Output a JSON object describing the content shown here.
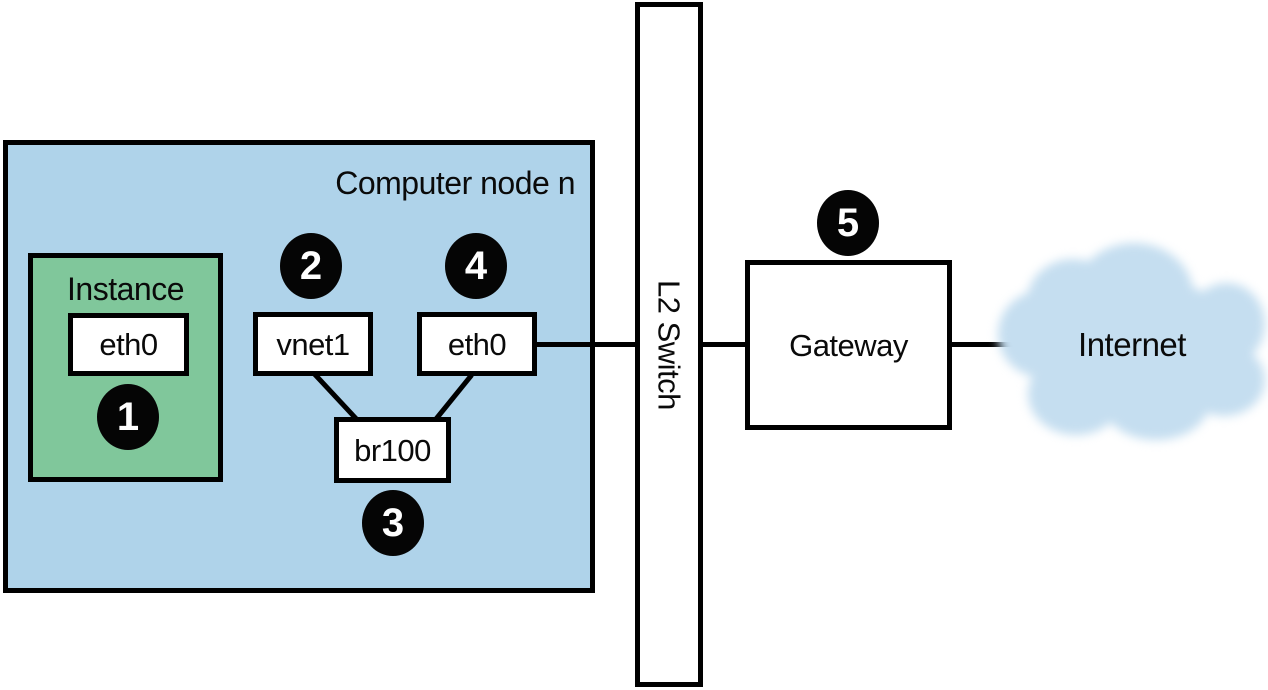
{
  "colors": {
    "node_fill": "#AFD3EA",
    "instance_fill": "#80C79B",
    "cloud_fill": "#C5DEF0",
    "box_fill": "#FFFFFF",
    "line": "#000000",
    "marker_fill": "#050505",
    "marker_text": "#FFFFFF"
  },
  "node": {
    "title": "Computer node n"
  },
  "instance": {
    "label": "Instance",
    "interface": "eth0"
  },
  "devices": {
    "vnet1": "vnet1",
    "host_eth0": "eth0",
    "br100": "br100"
  },
  "switch": {
    "label": "L2 Switch"
  },
  "gateway": {
    "label": "Gateway"
  },
  "internet": {
    "label": "Internet"
  },
  "markers": [
    {
      "label": "1"
    },
    {
      "label": "2"
    },
    {
      "label": "3"
    },
    {
      "label": "4"
    },
    {
      "label": "5"
    }
  ]
}
